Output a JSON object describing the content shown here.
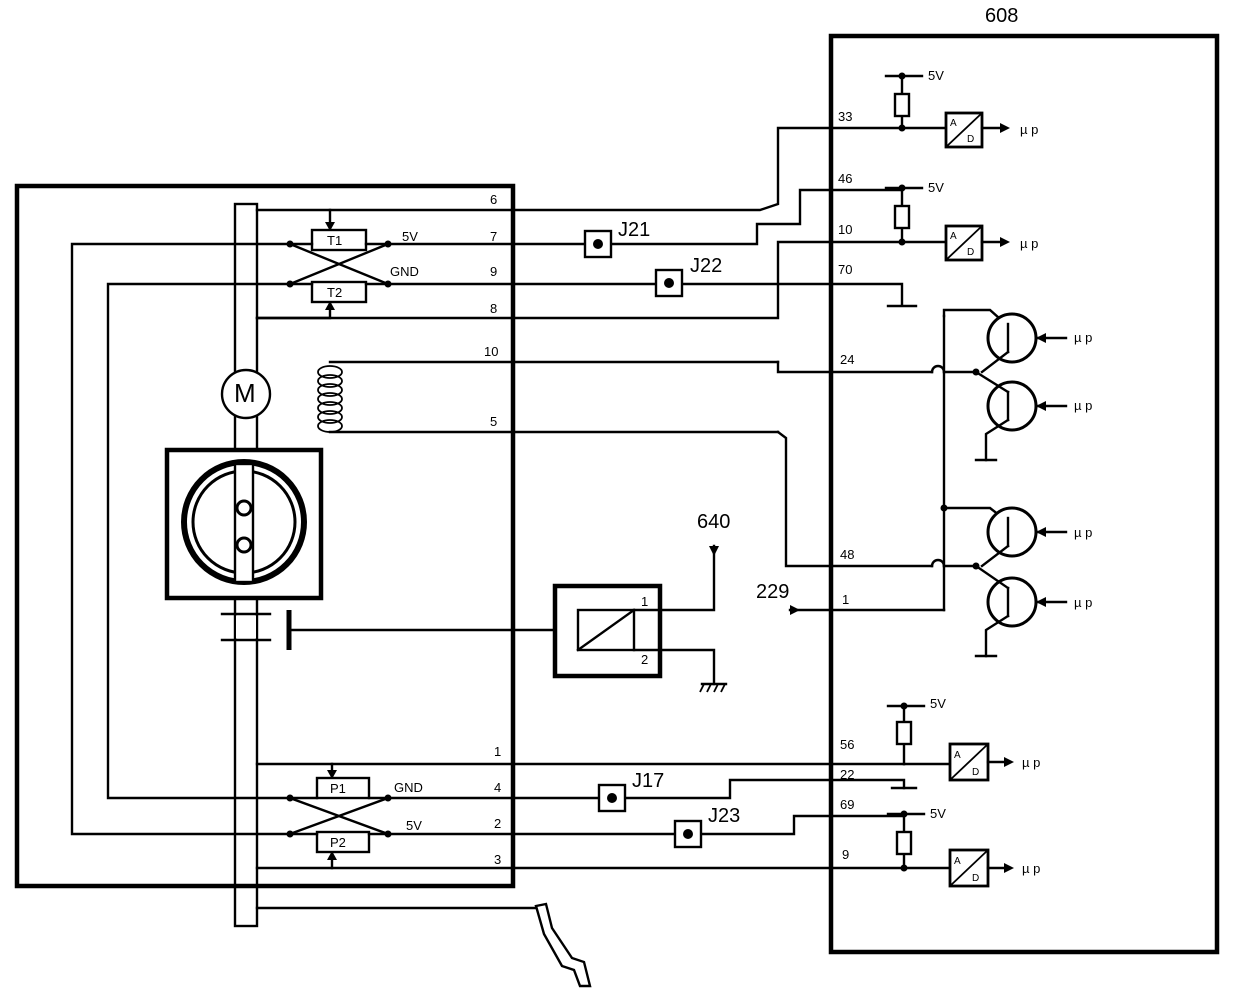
{
  "ecu": {
    "ref": "608",
    "pins": {
      "p33": "33",
      "p46": "46",
      "p10": "10",
      "p70": "70",
      "p24": "24",
      "p48": "48",
      "p1": "1",
      "p56": "56",
      "p22": "22",
      "p69": "69",
      "p9": "9"
    },
    "supply_5v": "5V",
    "adc_a": "A",
    "adc_d": "D",
    "mu_p": "µ p"
  },
  "throttle_unit": {
    "connector_pins": {
      "c6": "6",
      "c7": "7",
      "c9": "9",
      "c8": "8",
      "c10": "10",
      "c5": "5",
      "c1": "1",
      "c4": "4",
      "c2": "2",
      "c3": "3"
    },
    "sensor_t1": "T1",
    "sensor_t2": "T2",
    "sensor_p1": "P1",
    "sensor_p2": "P2",
    "v5": "5V",
    "gnd": "GND",
    "motor": "M"
  },
  "junctions": {
    "j21": "J21",
    "j22": "J22",
    "j17": "J17",
    "j23": "J23"
  },
  "refs": {
    "r640": "640",
    "r229": "229"
  },
  "relay": {
    "pin1": "1",
    "pin2": "2"
  }
}
